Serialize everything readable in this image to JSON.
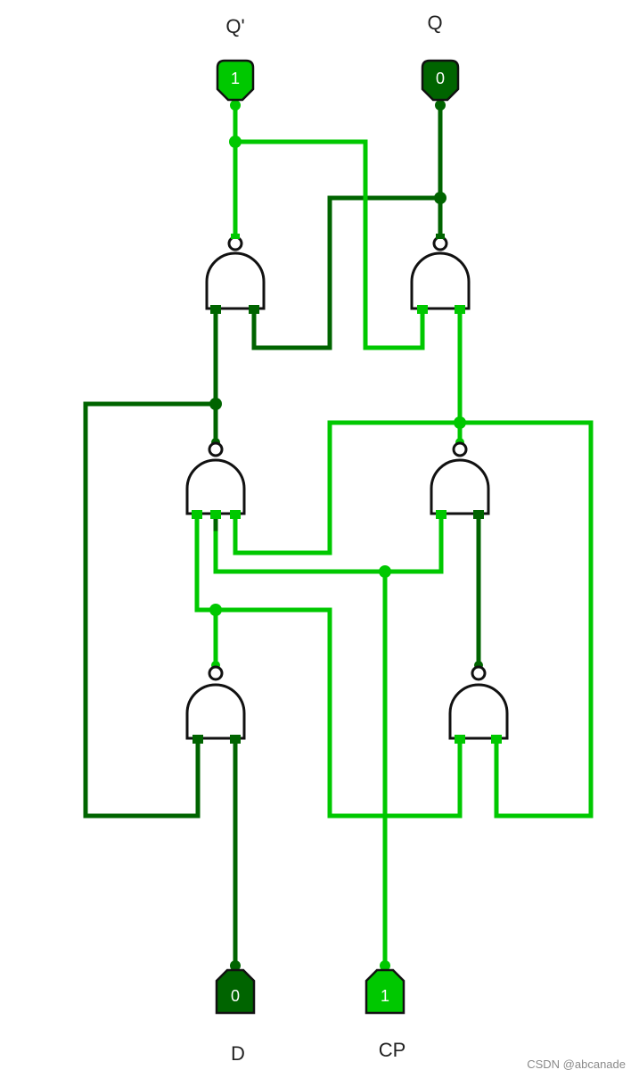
{
  "colors": {
    "high": "#00c800",
    "low": "#006400",
    "outline": "#111111"
  },
  "labels": {
    "qbar": "Q'",
    "q": "Q",
    "d": "D",
    "cp": "CP"
  },
  "pins": {
    "qbar_value": "1",
    "q_value": "0",
    "d_value": "0",
    "cp_value": "1"
  },
  "watermark": "CSDN @abcanade"
}
